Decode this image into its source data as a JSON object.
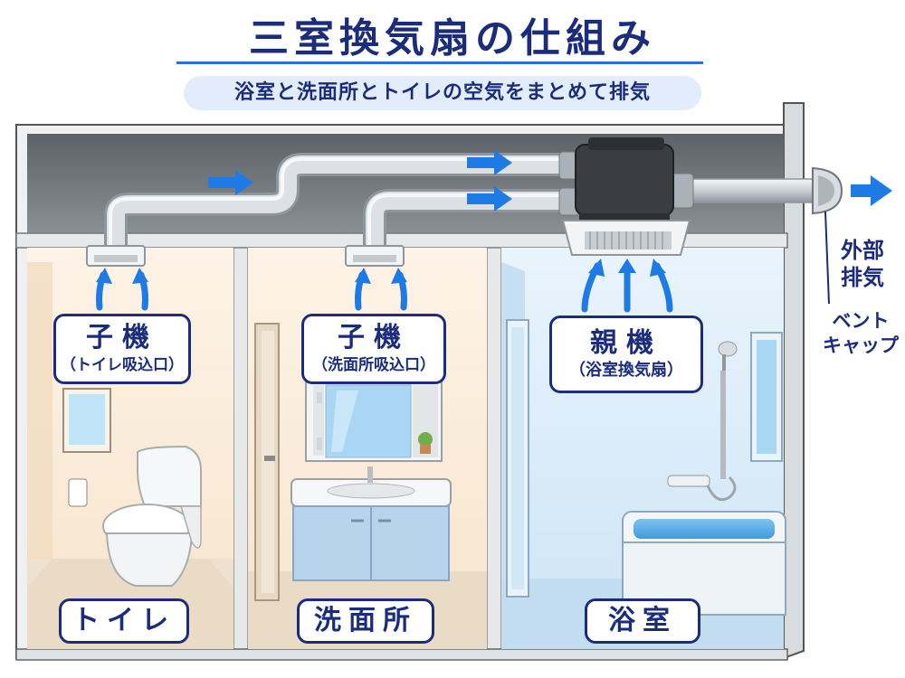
{
  "title": "三室換気扇の仕組み",
  "subtitle": "浴室と洗面所とトイレの空気をまとめて排気",
  "units": {
    "toilet_unit": {
      "name": "子機",
      "sub": "（トイレ吸込口）"
    },
    "washroom_unit": {
      "name": "子機",
      "sub": "（洗面所吸込口）"
    },
    "bath_unit": {
      "name": "親機",
      "sub": "（浴室換気扇）"
    }
  },
  "rooms": {
    "toilet": "トイレ",
    "washroom": "洗面所",
    "bathroom": "浴室"
  },
  "exhaust": {
    "outside": "外部\n排気",
    "outside_line1": "外部",
    "outside_line2": "排気",
    "vent_cap_line1": "ベント",
    "vent_cap_line2": "キャップ"
  },
  "colors": {
    "navy": "#1b2d7a",
    "arrow_blue": "#1e7be6",
    "toilet_wall": "#fbeedd",
    "washroom_wall": "#fbeedd",
    "bath_wall": "#dceefb",
    "ceiling_space": "#707478"
  }
}
